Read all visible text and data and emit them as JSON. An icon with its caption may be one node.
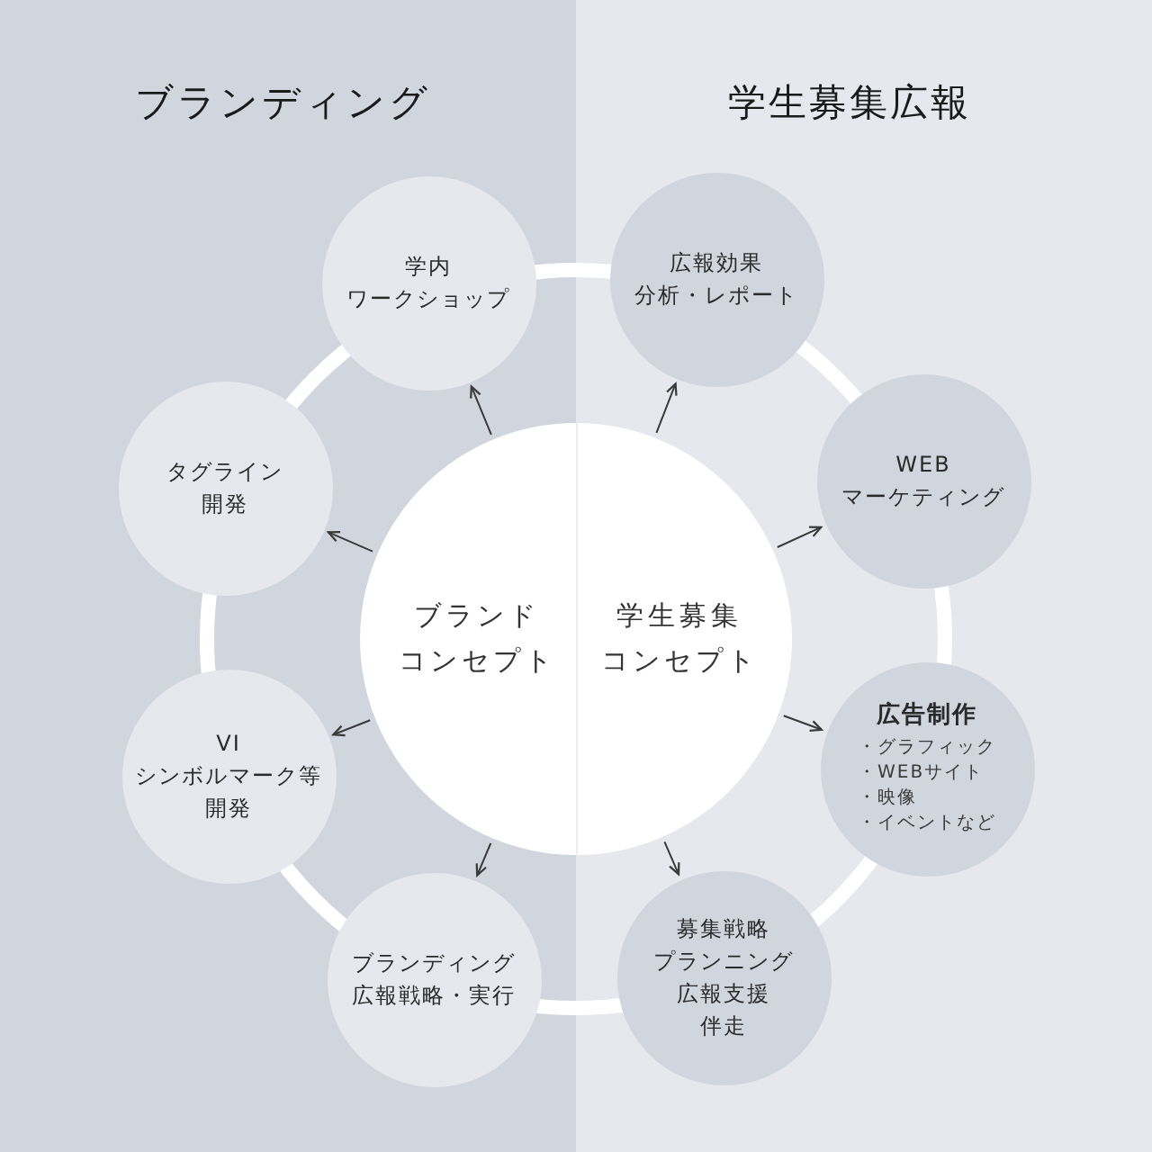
{
  "diagram": {
    "nodes": [
      {
        "text": [
          "ブランディング"
        ]
      },
      {
        "text": [
          "学生募集広報"
        ]
      },
      {
        "text": [
          "ブランドコンセプト"
        ],
        "in": 0
      },
      {
        "text": [
          "学生募集コンセプト"
        ],
        "in": 1
      },
      {
        "text": [
          "学内ワークショップ"
        ],
        "in": 0
      },
      {
        "text": [
          "タグライン開発"
        ],
        "in": 0
      },
      {
        "text": [
          "VIシンボルマーク等開発"
        ],
        "in": 0
      },
      {
        "text": [
          "ブランディング広報戦略・実行"
        ],
        "in": 0
      },
      {
        "text": [
          "広報効果分析・レポート"
        ],
        "in": 1
      },
      {
        "text": [
          "WEBマーケティング"
        ],
        "in": 1
      },
      {
        "text": [
          "広告制作",
          "・グラフィック",
          "・WEBサイト",
          "・映像",
          "・イベントなど"
        ],
        "in": 1
      },
      {
        "text": [
          "募集戦略プランニング広報支援伴走"
        ],
        "in": 1
      }
    ],
    "edges": [
      {
        "from": 2,
        "to": 4,
        "arrow": "to"
      },
      {
        "from": 2,
        "to": 5,
        "arrow": "to"
      },
      {
        "from": 2,
        "to": 6,
        "arrow": "to"
      },
      {
        "from": 2,
        "to": 7,
        "arrow": "to"
      },
      {
        "from": 3,
        "to": 8,
        "arrow": "to"
      },
      {
        "from": 3,
        "to": 9,
        "arrow": "to"
      },
      {
        "from": 3,
        "to": 10,
        "arrow": "to"
      },
      {
        "from": 3,
        "to": 11,
        "arrow": "to"
      }
    ]
  }
}
